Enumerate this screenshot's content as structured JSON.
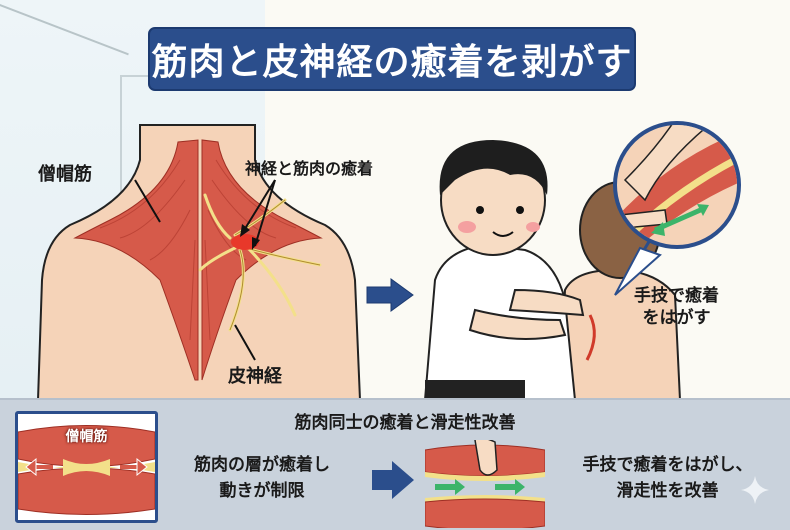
{
  "title": "筋肉と皮神経の癒着を剥がす",
  "illustration": {
    "back_anatomy": {
      "labels": {
        "trapezius": "僧帽筋",
        "nerve_muscle_adhesion": "神経と筋肉の癒着",
        "cutaneous_nerve": "皮神経"
      }
    },
    "treatment": {
      "caption_line1": "手技で癒着",
      "caption_line2": "をはがす"
    },
    "arrow_icon": "right-arrow-icon"
  },
  "bottom_panel": {
    "heading": "筋肉同士の癒着と滑走性改善",
    "card_label": "僧帽筋",
    "before_line1": "筋肉の層が癒着し",
    "before_line2": "動きが制限",
    "after_line1": "手技で癒着をはがし、",
    "after_line2": "滑走性を改善"
  },
  "colors": {
    "title_bg": "#2b4e8c",
    "muscle": "#d65a4a",
    "nerve": "#f3e08a",
    "arrow_blue": "#2b4e8c",
    "green_arrow": "#3cb46a",
    "bottom_bg": "#c9d2dc"
  }
}
